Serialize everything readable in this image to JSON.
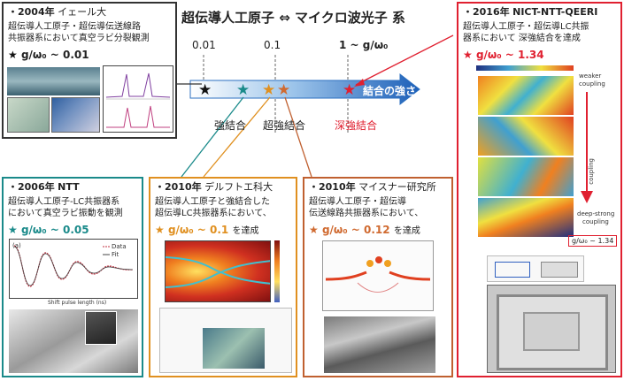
{
  "title": "超伝導人工原子 ⇔ マイクロ波光子 系",
  "scale": {
    "ticks": [
      "0.01",
      "0.1",
      "1 ~ g/ω₀"
    ],
    "arrow_label": "結合の強さ",
    "regimes": [
      "強結合",
      "超強結合",
      "深強結合"
    ]
  },
  "colors": {
    "box2004": "#333333",
    "box2006": "#1a8a8a",
    "box2010a": "#e09020",
    "box2010b": "#c06030",
    "box2016": "#e02030",
    "arrow": "#2b6fc0"
  },
  "box2004": {
    "year": "・2004年",
    "org": "イェール大",
    "lines": [
      "超伝導人工原子・超伝導伝送線路",
      "共振器系において真空ラビ分裂観測"
    ],
    "ratio": "g/ω₀ ~ 0.01"
  },
  "box2006": {
    "year": "・2006年",
    "org": "NTT",
    "lines": [
      "超伝導人工原子-LC共振器系",
      "において真空ラビ振動を観測"
    ],
    "ratio": "g/ω₀ ~ 0.05",
    "legend": [
      "Data",
      "Fit"
    ],
    "xlabel": "Shift pulse length (ns)",
    "panel": "(a)"
  },
  "box2010a": {
    "year": "・2010年",
    "org": "デルフトエ科大",
    "lines": [
      "超伝導人工原子と強結合した",
      "超伝導LC共振器系において、"
    ],
    "ratio": "g/ω₀ ~ 0.1",
    "suffix": "を達成"
  },
  "box2010b": {
    "year": "・2010年",
    "org": "マイスナー研究所",
    "lines": [
      "超伝導人工原子・超伝導",
      "伝送線路共振器系において、"
    ],
    "ratio": "g/ω₀ ~ 0.12",
    "suffix": "を達成"
  },
  "box2016": {
    "year": "・2016年",
    "org": "NICT-NTT-QEERI",
    "lines": [
      "超伝導人工原子・超伝導LC共振",
      "器系において 深強結合を達成"
    ],
    "ratio": "g/ω₀ ~ 1.34",
    "weaker": "weaker",
    "coupling1": "coupling",
    "coupling_side": "coupling",
    "deep1": "deep-strong",
    "coupling2": "coupling",
    "boxed_ratio": "g/ω₀ ~ 1.34"
  }
}
